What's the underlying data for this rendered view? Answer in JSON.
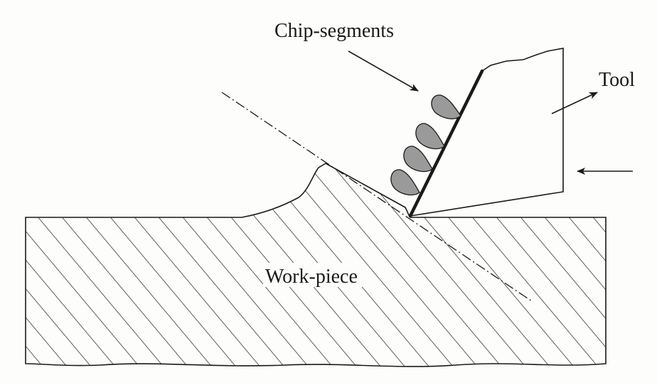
{
  "labels": {
    "chip_segments": "Chip-segments",
    "tool": "Tool",
    "workpiece": "Work-piece"
  },
  "colors": {
    "ink": "#1a1a1a",
    "chip_fill": "#9a9a9a",
    "paper": "#fdfdfb"
  }
}
